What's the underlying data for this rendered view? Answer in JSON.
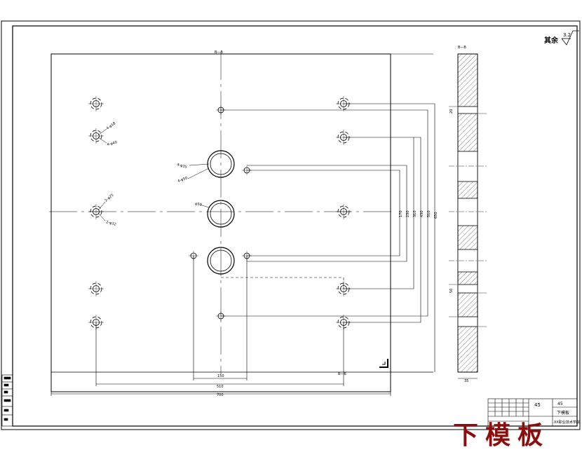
{
  "roughness": {
    "label": "其余",
    "value": "3.2"
  },
  "section_label": "B—B",
  "plate": {
    "dims_bottom": [
      "150",
      "510",
      "700"
    ],
    "dims_right": [
      "170",
      "230",
      "310",
      "430",
      "510",
      "650"
    ],
    "side_dims": [
      "35",
      "20",
      "50"
    ],
    "hole_callouts": [
      "4-φ18",
      "4-φ40",
      "2-φ25",
      "2-φ32",
      "4-φ35",
      "4-φ50",
      "φ50"
    ]
  },
  "title_block": {
    "name": "下模板",
    "material": "45",
    "school": "XX职业技术学院"
  },
  "watermark": "下模板"
}
